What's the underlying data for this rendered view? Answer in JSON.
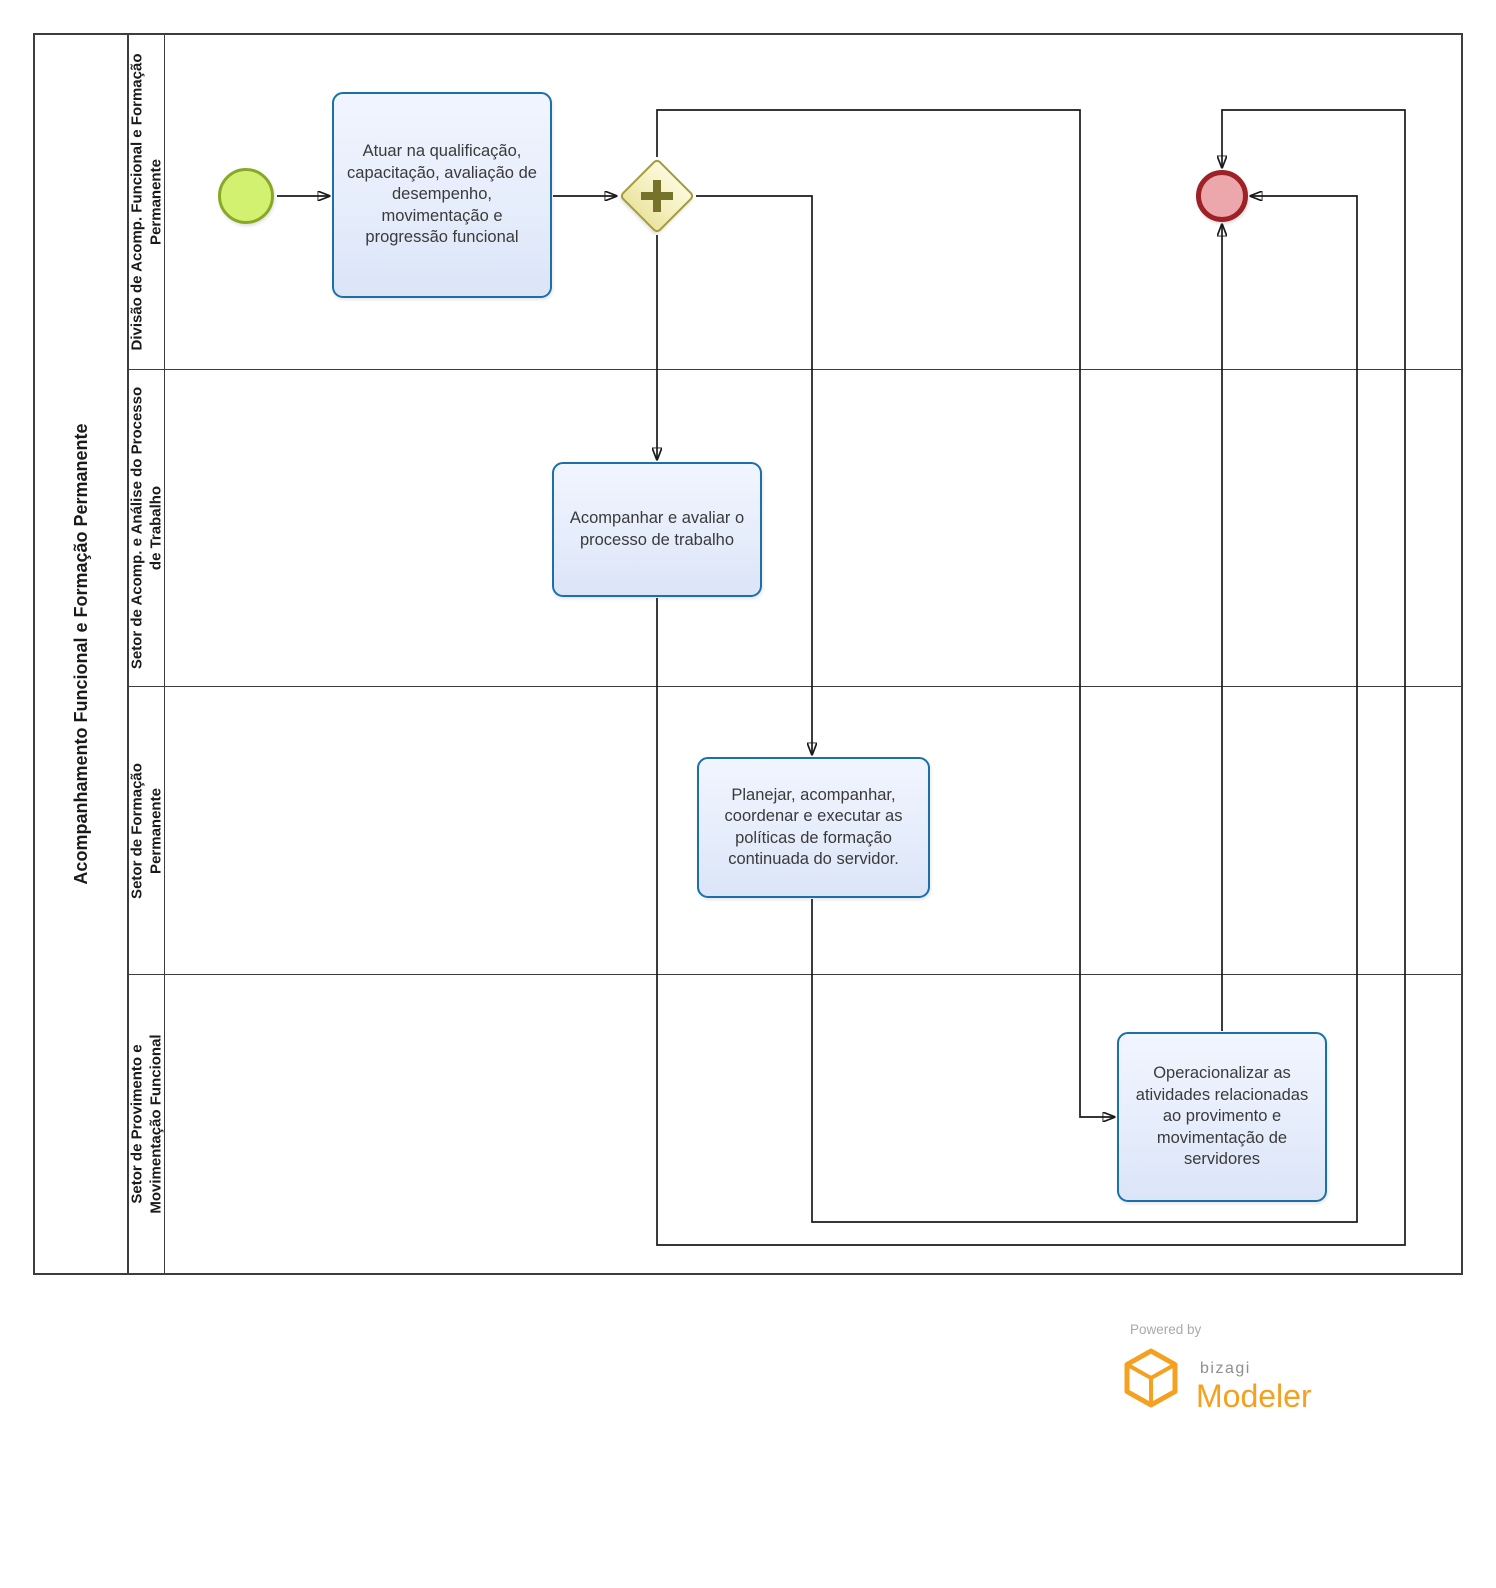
{
  "pool": {
    "label": "Acompanhamento Funcional e Formação Permanente",
    "lanes": [
      {
        "label": "Divisão de Acomp. Funcional e Formação Permanente"
      },
      {
        "label": "Setor de Acomp. e Análise do Processo de Trabalho"
      },
      {
        "label": "Setor de Formação Permanente"
      },
      {
        "label": "Setor de Provimento e Movimentação Funcional"
      }
    ]
  },
  "nodes": {
    "start_event": {
      "type": "start-event"
    },
    "task_atuar": {
      "label": "Atuar na qualificação, capacitação, avaliação de desempenho, movimentação e progressão funcional"
    },
    "gateway_parallel": {
      "type": "parallel-gateway"
    },
    "task_acompanhar": {
      "label": "Acompanhar e avaliar o processo de trabalho"
    },
    "task_planejar": {
      "label": "Planejar, acompanhar, coordenar e executar as políticas de formação continuada do servidor."
    },
    "task_operacionalizar": {
      "label": "Operacionalizar as atividades relacionadas ao provimento e movimentação de servidores"
    },
    "end_event": {
      "type": "end-event"
    }
  },
  "footer": {
    "powered_by": "Powered by",
    "brand": "bizagi",
    "product": "Modeler"
  },
  "colors": {
    "task_border": "#1c6fa8",
    "task_fill": "#e9effc",
    "start_fill": "#d2f170",
    "start_border": "#8aa826",
    "gateway_fill": "#f7f2c3",
    "gateway_border": "#a39b35",
    "gateway_plus": "#77722a",
    "end_fill": "#eba7ab",
    "end_border": "#9e2126",
    "flow": "#1a1a1a",
    "brand_orange": "#f5a01e",
    "brand_gray": "#8f8f8f"
  }
}
